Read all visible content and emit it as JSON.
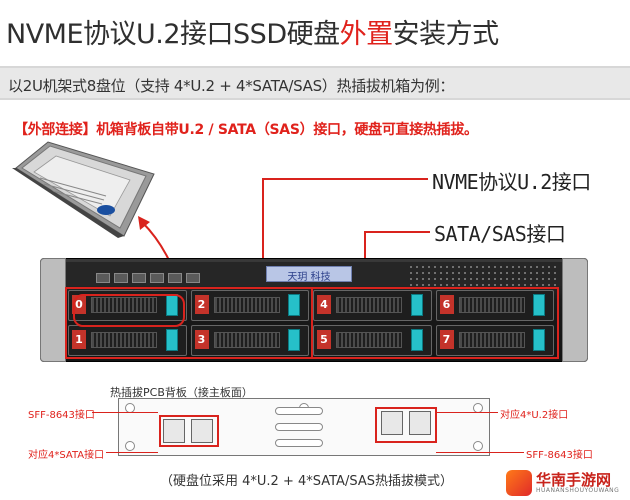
{
  "title": {
    "main": "NVME协议U.2接口SSD硬盘",
    "highlight": "外置",
    "tail": "安装方式"
  },
  "banner": "以2U机架式8盘位（支持 4*U.2 + 4*SATA/SAS）热插拔机箱为例：",
  "external_note": "【外部连接】机箱背板自带U.2 / SATA（SAS）接口，硬盘可直接热插拔。",
  "callouts": {
    "u2": "NVME协议U.2接口",
    "sata": "SATA/SAS接口"
  },
  "chassis": {
    "lcd_text": "天玥 科技",
    "bays": [
      "0",
      "2",
      "4",
      "6",
      "1",
      "3",
      "5",
      "7"
    ]
  },
  "backplane": {
    "title": "热插拔PCB背板（接主板面）",
    "left_top_label": "SFF-8643接口",
    "left_bottom_label": "对应4*SATA接口",
    "right_top_label": "对应4*U.2接口",
    "right_bottom_label": "SFF-8643接口"
  },
  "footer": "（硬盘位采用 4*U.2 + 4*SATA/SAS热插拔模式）",
  "logo": {
    "name": "华南手游网",
    "sub": "HUANANSHOUYOUWANG"
  },
  "colors": {
    "accent_red": "#e0221c",
    "latch_cyan": "#26c0c9",
    "banner_bg": "#e8e8e8"
  }
}
